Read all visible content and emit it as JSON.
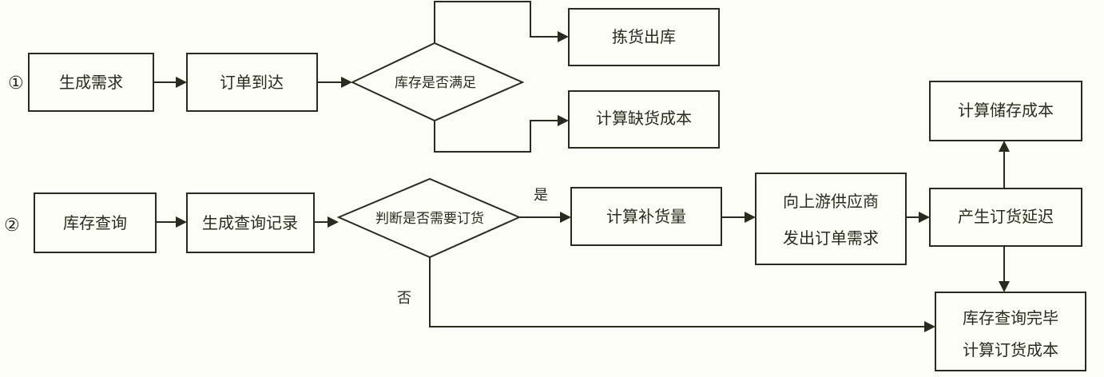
{
  "row1": {
    "marker": "①",
    "generate_demand": "生成需求",
    "order_arrives": "订单到达",
    "stock_check": "库存是否满足",
    "pick_ship": "拣货出库",
    "shortage_cost": "计算缺货成本"
  },
  "row2": {
    "marker": "②",
    "inventory_query": "库存查询",
    "create_query_record": "生成查询记录",
    "need_order_decision": "判断是否需要订货",
    "yes_label": "是",
    "no_label": "否",
    "compute_replenishment": "计算补货量",
    "upstream_order_line1": "向上游供应商",
    "upstream_order_line2": "发出订单需求",
    "order_delay": "产生订货延迟",
    "holding_cost": "计算储存成本",
    "final_line1": "库存查询完毕",
    "final_line2": "计算订货成本"
  }
}
